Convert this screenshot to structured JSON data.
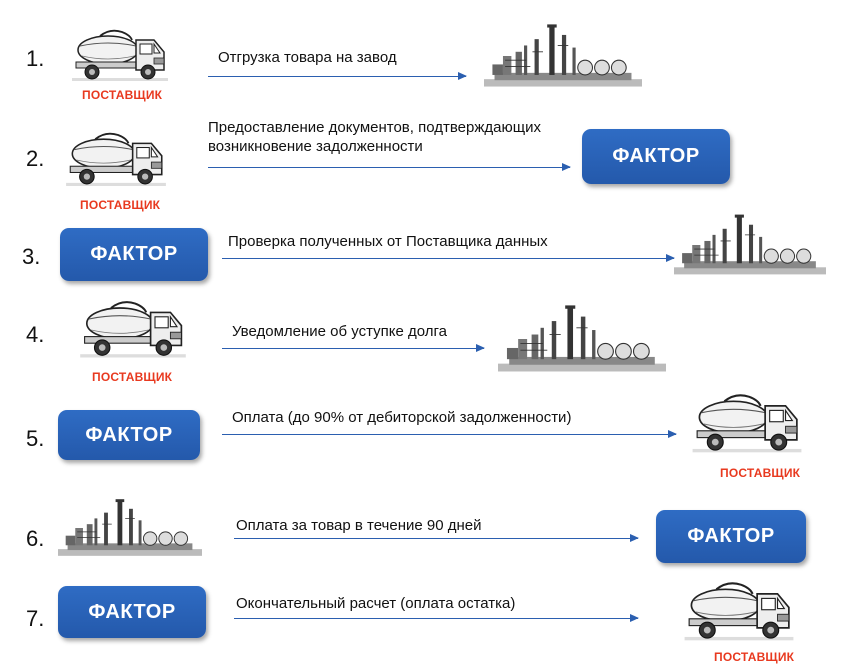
{
  "supplier_label": "ПОСТАВЩИК",
  "factor_label": "ФАКТОР",
  "steps": [
    {
      "num": "1.",
      "text": "Отгрузка товара на завод"
    },
    {
      "num": "2.",
      "text": "Предоставление  документов, подтверждающих возникновение задолженности"
    },
    {
      "num": "3.",
      "text": "Проверка полученных от Поставщика данных"
    },
    {
      "num": "4.",
      "text": "Уведомление об уступке долга"
    },
    {
      "num": "5.",
      "text": "Оплата (до 90% от дебиторской задолженности)"
    },
    {
      "num": "6.",
      "text": "Оплата за товар в течение 90 дней"
    },
    {
      "num": "7.",
      "text": "Окончательный расчет (оплата остатка)"
    }
  ],
  "colors": {
    "factor_box": "#2a62b8",
    "supplier_label": "#e8391f",
    "arrow": "#2b5fb0"
  },
  "icons": [
    "truck-icon",
    "factory-icon"
  ]
}
